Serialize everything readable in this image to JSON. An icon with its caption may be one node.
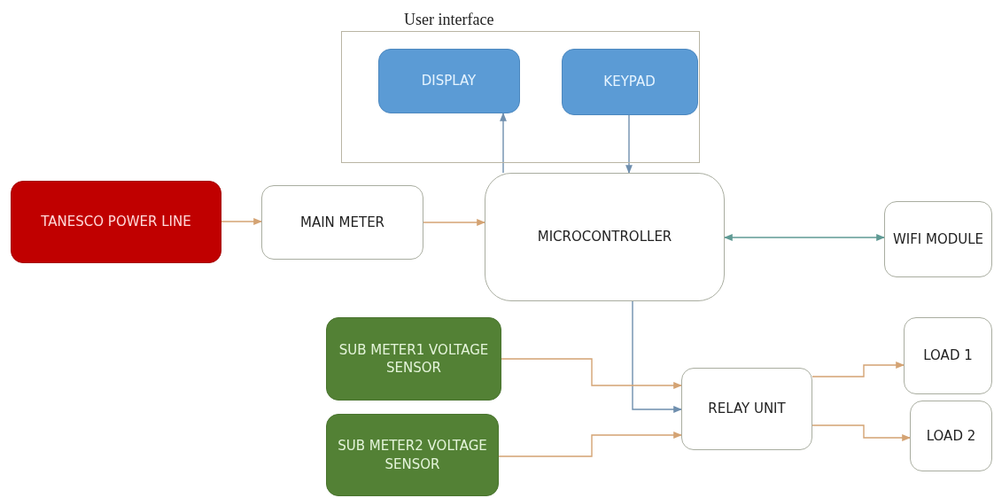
{
  "diagram": {
    "nodes": [
      {
        "text": [
          "User interface"
        ]
      },
      {
        "text": [
          "DISPLAY"
        ],
        "in": 0
      },
      {
        "text": [
          "KEYPAD"
        ],
        "in": 0
      },
      {
        "text": [
          "TANESCO POWER LINE"
        ]
      },
      {
        "text": [
          "MAIN METER"
        ]
      },
      {
        "text": [
          "MICROCONTROLLER"
        ]
      },
      {
        "text": [
          "WIFI MODULE"
        ]
      },
      {
        "text": [
          "SUB METER1 VOLTAGE SENSOR"
        ]
      },
      {
        "text": [
          "SUB METER2 VOLTAGE SENSOR"
        ]
      },
      {
        "text": [
          "RELAY UNIT"
        ]
      },
      {
        "text": [
          "LOAD 1"
        ]
      },
      {
        "text": [
          "LOAD 2"
        ]
      }
    ],
    "edges": [
      {
        "from": 5,
        "to": 1,
        "arrow": "to",
        "color": "#6f8fae"
      },
      {
        "from": 2,
        "to": 5,
        "arrow": "to",
        "color": "#6f8fae"
      },
      {
        "from": 3,
        "to": 4,
        "arrow": "to"
      },
      {
        "from": 4,
        "to": 5,
        "arrow": "to"
      },
      {
        "from": 5,
        "to": 6,
        "arrow": "both",
        "color": "#5f9a94"
      },
      {
        "from": 5,
        "to": 9,
        "arrow": "to",
        "color": "#6f8fae"
      },
      {
        "from": 7,
        "to": 9,
        "arrow": "to"
      },
      {
        "from": 8,
        "to": 9,
        "arrow": "to"
      },
      {
        "from": 9,
        "to": 10,
        "arrow": "to"
      },
      {
        "from": 9,
        "to": 11,
        "arrow": "to"
      }
    ]
  }
}
